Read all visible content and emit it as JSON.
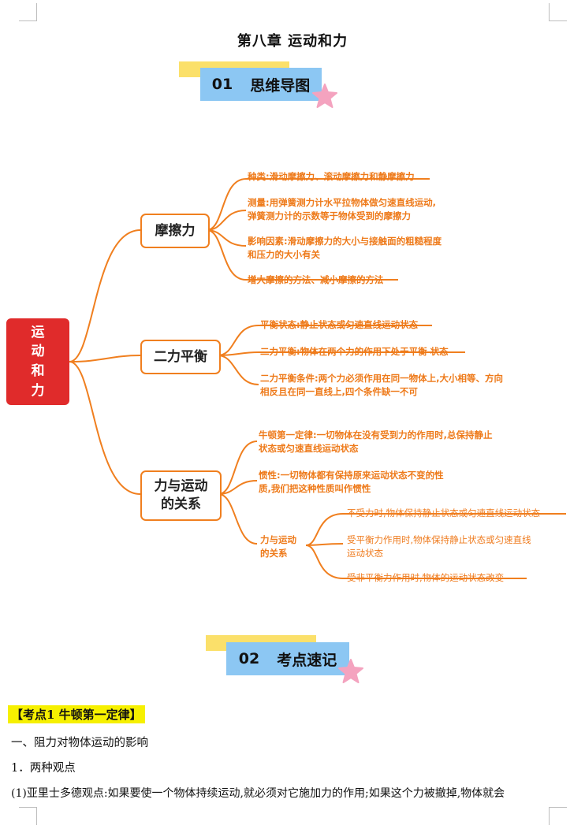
{
  "doc_title": "第八章  运动和力",
  "section1": {
    "num": "01",
    "label": "思维导图"
  },
  "section2": {
    "num": "02",
    "label": "考点速记"
  },
  "mindmap": {
    "root": [
      "运",
      "动",
      "和",
      "力"
    ],
    "branches": {
      "friction": {
        "label": "摩擦力",
        "leaves": [
          "种类:滑动摩擦力、滚动摩擦力和静摩擦力",
          "测量:用弹簧测力计水平拉物体做匀速直线运动,",
          "弹簧测力计的示数等于物体受到的摩擦力",
          "影响因素:滑动摩擦力的大小与接触面的粗糙程度",
          "和压力的大小有关",
          "增大摩擦的方法、减小摩擦的方法"
        ]
      },
      "balance": {
        "label": "二力平衡",
        "leaves": [
          "平衡状态:静止状态或匀速直线运动状态",
          "二力平衡:物体在两个力的作用下处于平衡 状态",
          "二力平衡条件:两个力必须作用在同一物体上,大小相等、方向",
          "相反且在同一直线上,四个条件缺一不可"
        ]
      },
      "relation": {
        "label_1": "力与运动",
        "label_2": "的关系",
        "leaves": [
          "牛顿第一定律:一切物体在没有受到力的作用时,总保持静止",
          "状态或匀速直线运动状态",
          "惯性:一切物体都有保持原来运动状态不变的性",
          "质,我们把这种性质叫作惯性"
        ],
        "sub": {
          "label_1": "力与运动",
          "label_2": "的关系",
          "leaves": [
            "不受力时,物体保持静止状态或匀速直线运动状态",
            "受平衡力作用时,物体保持静止状态或匀速直线",
            "运动状态",
            "受非平衡力作用时,物体的运动状态改变"
          ]
        }
      }
    }
  },
  "kaodian": "【考点1   牛顿第一定律】",
  "lines": [
    "一、阻力对物体运动的影响",
    "1．两种观点",
    "(1)亚里士多德观点:如果要使一个物体持续运动,就必须对它施加力的作用;如果这个力被撤掉,物体就会"
  ],
  "colors": {
    "branch": "#f07f1f",
    "root": "#e02b2b",
    "blue": "#8cc7f3",
    "yellow": "#fbe06a",
    "star": "#f4a3bf",
    "highlight": "#f6f000"
  }
}
